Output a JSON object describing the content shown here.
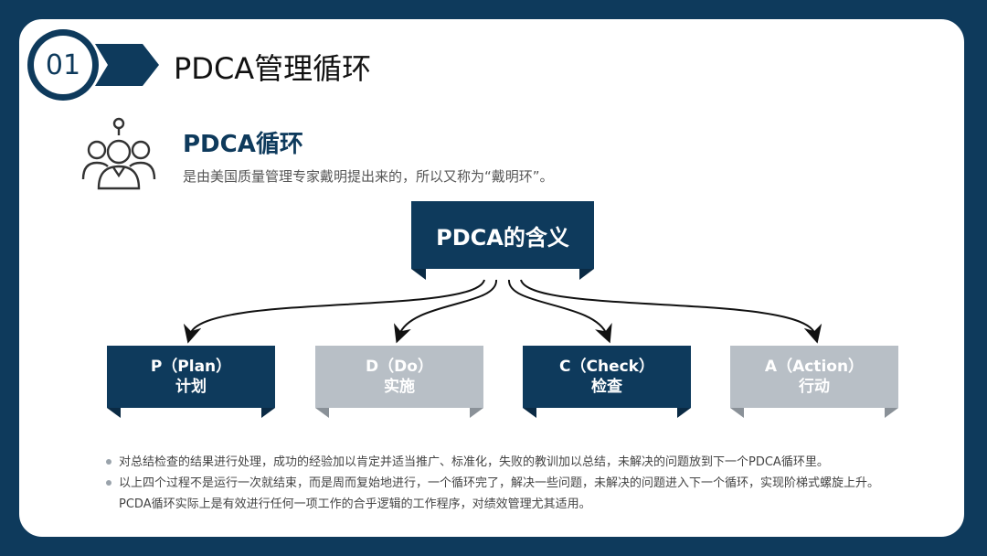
{
  "header": {
    "number": "01",
    "title": "PDCA管理循环"
  },
  "intro": {
    "title": "PDCA循环",
    "description": "是由美国质量管理专家戴明提出来的，所以又称为“戴明环”。"
  },
  "center": {
    "label": "PDCA的含义"
  },
  "steps": [
    {
      "line1": "P（Plan）",
      "line2": "计划",
      "style": "dark"
    },
    {
      "line1": "D（Do）",
      "line2": "实施",
      "style": "light"
    },
    {
      "line1": "C（Check）",
      "line2": "检查",
      "style": "dark"
    },
    {
      "line1": "A（Action）",
      "line2": "行动",
      "style": "light"
    }
  ],
  "bullets": [
    "对总结检查的结果进行处理，成功的经验加以肯定并适当推广、标准化，失败的教训加以总结，未解决的问题放到下一个PDCA循环里。",
    "以上四个过程不是运行一次就结束，而是周而复始地进行，一个循环完了，解决一些问题，未解决的问题进入下一个循环，实现阶梯式螺旋上升。PCDA循环实际上是有效进行任何一项工作的合乎逻辑的工作程序，对绩效管理尤其适用。"
  ],
  "colors": {
    "primary": "#0e3a5c",
    "secondary": "#b8bfc6"
  }
}
